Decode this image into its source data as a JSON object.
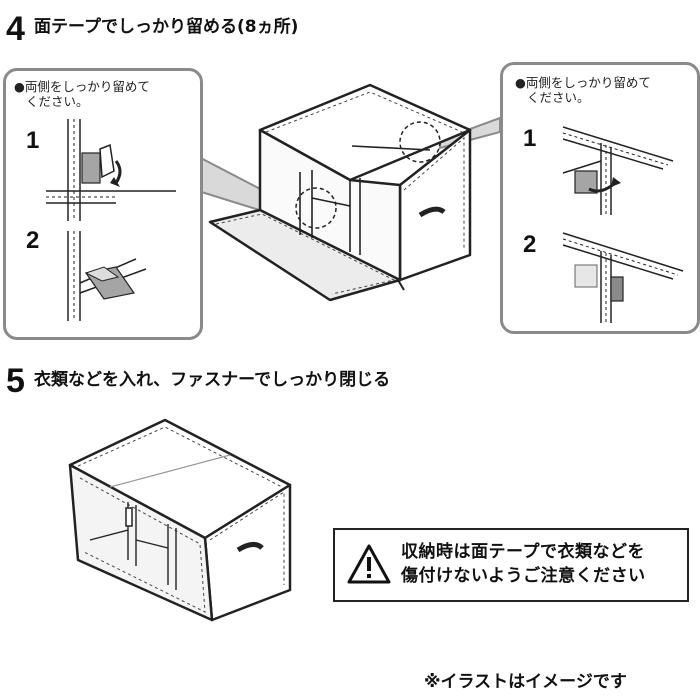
{
  "step4": {
    "number": "4",
    "text": "面テープでしっかり留める(8ヵ所)"
  },
  "left_callout": {
    "note_line1": "●両側をしっかり留めて",
    "note_line2": "ください。",
    "sub1": "1",
    "sub2": "2"
  },
  "right_callout": {
    "note_line1": "●両側をしっかり留めて",
    "note_line2": "ください。",
    "sub1": "1",
    "sub2": "2"
  },
  "step5": {
    "number": "5",
    "text": "衣類などを入れ、ファスナーでしっかり閉じる"
  },
  "warning": {
    "icon": "warning-triangle-icon",
    "line1": "収納時は面テープで衣類などを",
    "line2": "傷付けないようご注意ください"
  },
  "footnote": "※イラストはイメージです",
  "colors": {
    "callout_border": "#8a8a8a",
    "ink": "#111111",
    "tape_gray": "#9a9a9a"
  }
}
